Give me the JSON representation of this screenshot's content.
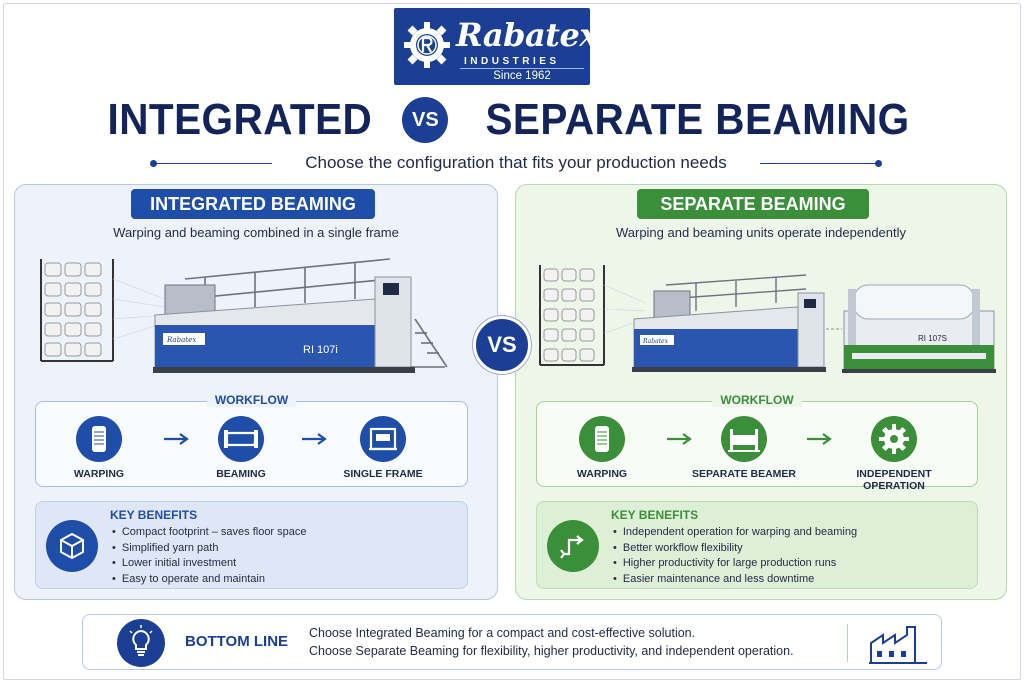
{
  "logo": {
    "brand": "Rabatex",
    "sub": "INDUSTRIES",
    "since": "Since 1962",
    "icon": "gear-r-icon"
  },
  "header": {
    "title_left": "INTEGRATED",
    "vs": "VS",
    "title_right": "SEPARATE BEAMING",
    "subtitle": "Choose the configuration that fits your production needs"
  },
  "colors": {
    "navy": "#1a3f94",
    "blue": "#1f4ea8",
    "green": "#3c8f3a"
  },
  "integrated": {
    "title": "INTEGRATED BEAMING",
    "description": "Warping and beaming combined in a single frame",
    "machine_label": "RI 107i",
    "machine_brand": "Rabatex",
    "workflow_title": "WORKFLOW",
    "steps": [
      {
        "label": "WARPING",
        "icon": "spool-icon"
      },
      {
        "label": "BEAMING",
        "icon": "beam-icon"
      },
      {
        "label": "SINGLE FRAME",
        "icon": "frame-machine-icon"
      }
    ],
    "benefits_title": "KEY BENEFITS",
    "benefits_icon": "cube-icon",
    "benefits": [
      "Compact footprint – saves floor space",
      "Simplified yarn path",
      "Lower initial investment",
      "Easy to operate and maintain"
    ]
  },
  "separate": {
    "title": "SEPARATE BEAMING",
    "description": "Warping and beaming units operate independently",
    "machine_label": "RI 107S",
    "machine_brand": "Rabatex",
    "workflow_title": "WORKFLOW",
    "steps": [
      {
        "label": "WARPING",
        "icon": "spool-icon"
      },
      {
        "label": "SEPARATE BEAMER",
        "icon": "beamer-icon"
      },
      {
        "label": "INDEPENDENT OPERATION",
        "label_line1": "INDEPENDENT",
        "label_line2": "OPERATION",
        "icon": "gear-icon"
      }
    ],
    "benefits_title": "KEY BENEFITS",
    "benefits_icon": "flow-arrows-icon",
    "benefits": [
      "Independent operation for warping and beaming",
      "Better workflow flexibility",
      "Higher productivity for large production runs",
      "Easier maintenance and less downtime"
    ]
  },
  "center_vs": "VS",
  "bottom_line": {
    "title": "BOTTOM LINE",
    "line1": "Choose Integrated Beaming for a compact and cost-effective solution.",
    "line2": "Choose Separate Beaming for flexibility, higher productivity, and independent operation.",
    "icon": "lightbulb-icon",
    "side_icon": "factory-icon"
  }
}
